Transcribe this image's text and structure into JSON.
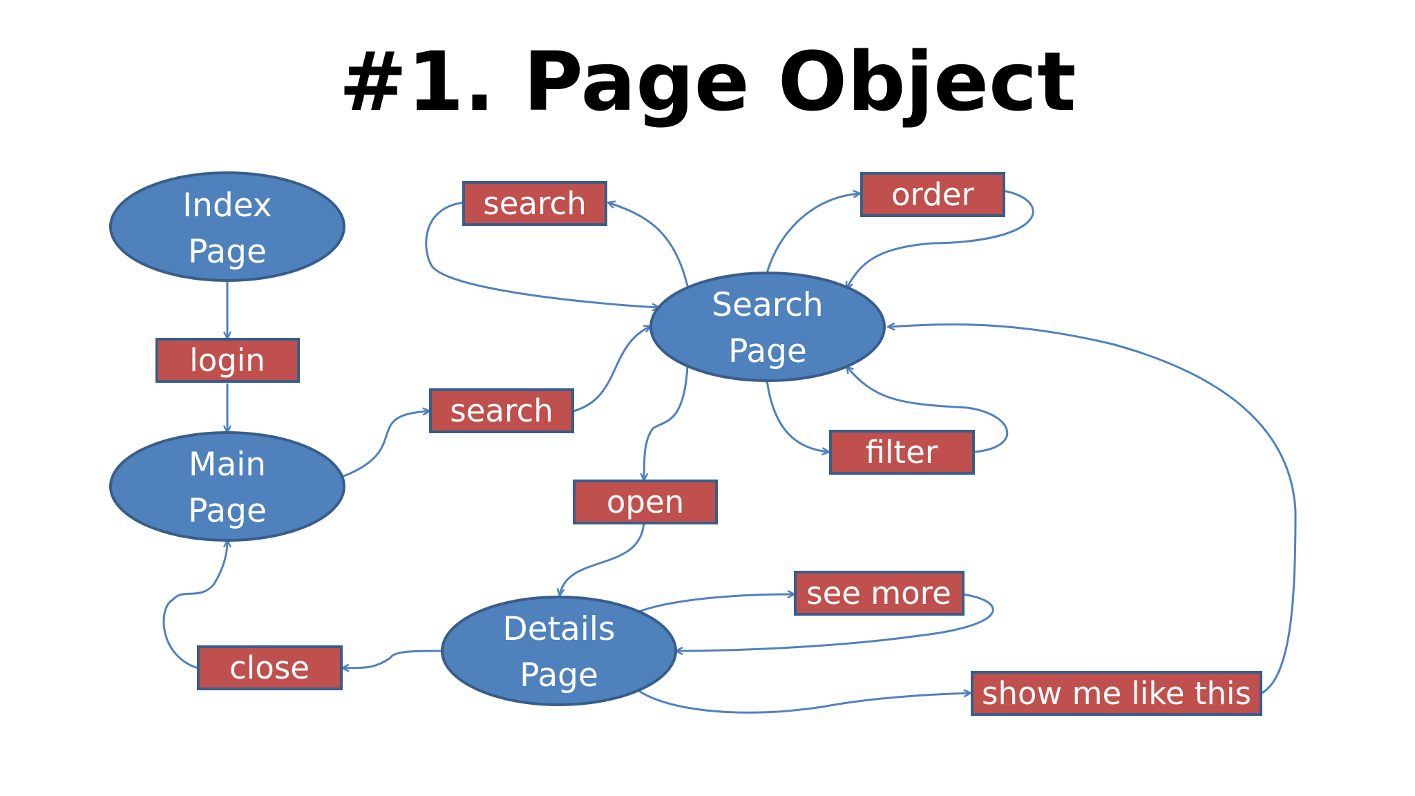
{
  "title": "#1. Page Object",
  "colors": {
    "page_fill": "#4f81bd",
    "page_stroke": "#385d8a",
    "action_fill": "#c0504d",
    "arrow": "#4f81bd"
  },
  "pages": {
    "index": [
      "Index",
      "Page"
    ],
    "main": [
      "Main",
      "Page"
    ],
    "search": [
      "Search",
      "Page"
    ],
    "details": [
      "Details",
      "Page"
    ]
  },
  "actions": {
    "login": "login",
    "search_from_main": "search",
    "search_loop": "search",
    "order": "order",
    "filter": "filter",
    "open": "open",
    "see_more": "see more",
    "close": "close",
    "show_me_like_this": "show me like this"
  },
  "transitions": [
    {
      "from": "Index Page",
      "via": "login",
      "to": "Main Page"
    },
    {
      "from": "Main Page",
      "via": "search",
      "to": "Search Page"
    },
    {
      "from": "Search Page",
      "via": "search",
      "to": "Search Page"
    },
    {
      "from": "Search Page",
      "via": "order",
      "to": "Search Page"
    },
    {
      "from": "Search Page",
      "via": "filter",
      "to": "Search Page"
    },
    {
      "from": "Search Page",
      "via": "open",
      "to": "Details Page"
    },
    {
      "from": "Details Page",
      "via": "see more",
      "to": "Details Page"
    },
    {
      "from": "Details Page",
      "via": "close",
      "to": "Main Page"
    },
    {
      "from": "Details Page",
      "via": "show me like this",
      "to": "Search Page"
    }
  ]
}
